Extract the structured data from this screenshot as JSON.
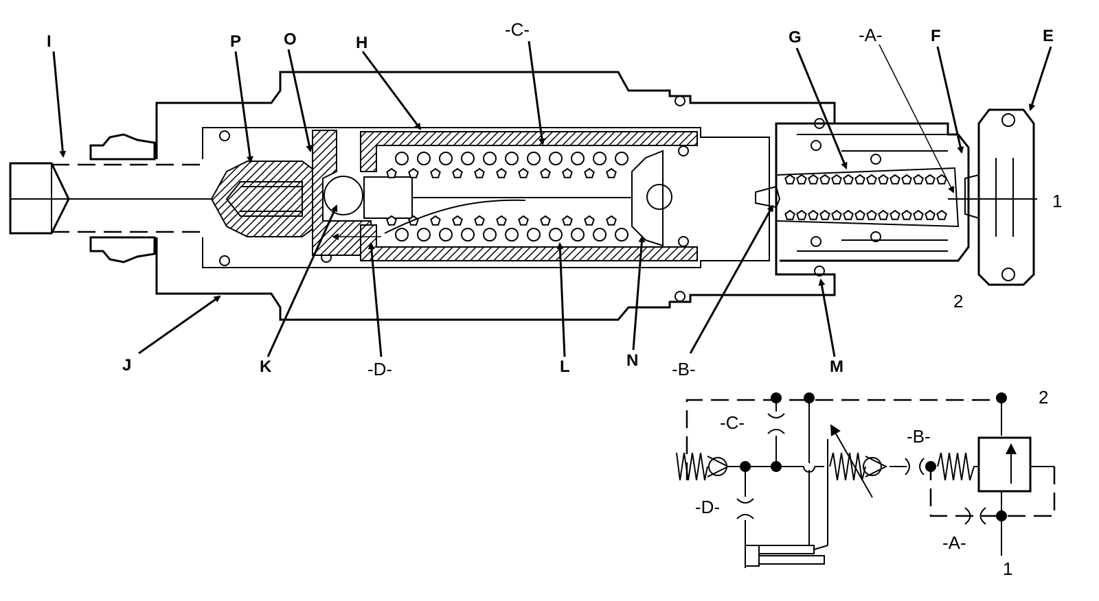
{
  "section_view": {
    "labels": {
      "I": "I",
      "P": "P",
      "O": "O",
      "H": "H",
      "C": "-C-",
      "G": "G",
      "A": "-A-",
      "F": "F",
      "E": "E",
      "port1": "1",
      "port2": "2",
      "J": "J",
      "K": "K",
      "D": "-D-",
      "L": "L",
      "N": "N",
      "B": "-B-",
      "M": "M"
    }
  },
  "schematic": {
    "labels": {
      "port2": "2",
      "C": "-C-",
      "B": "-B-",
      "D": "-D-",
      "A": "-A-",
      "port1": "1"
    }
  }
}
